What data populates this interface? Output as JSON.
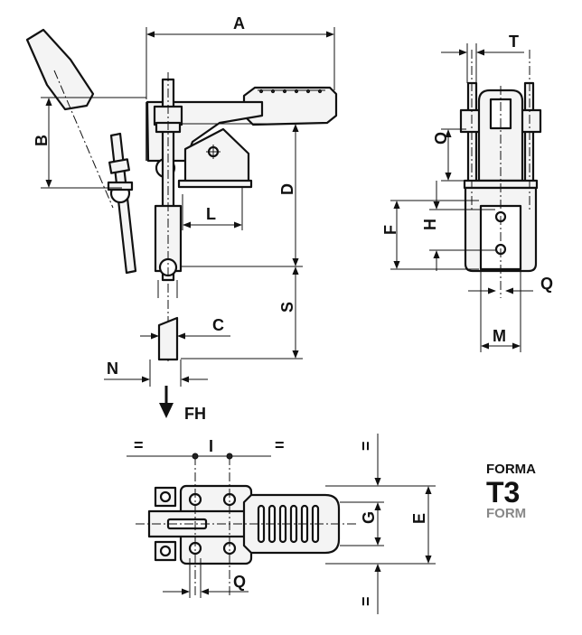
{
  "labels": {
    "A": "A",
    "B": "B",
    "C": "C",
    "D": "D",
    "E": "E",
    "F": "F",
    "G": "G",
    "H": "H",
    "I": "I",
    "L": "L",
    "M": "M",
    "N": "N",
    "O": "O",
    "Q_side": "Q",
    "Q_top": "Q",
    "S": "S",
    "T": "T",
    "FH": "FH",
    "eq_left": "=",
    "eq_right": "=",
    "eq_top": "=",
    "eq_bottom": "="
  },
  "form_badge": {
    "line1": "FORMA",
    "line2": "T3",
    "line3": "FORM"
  },
  "colors": {
    "ink": "#111111",
    "fill": "#f4f4f4",
    "form_gray": "#888888"
  }
}
